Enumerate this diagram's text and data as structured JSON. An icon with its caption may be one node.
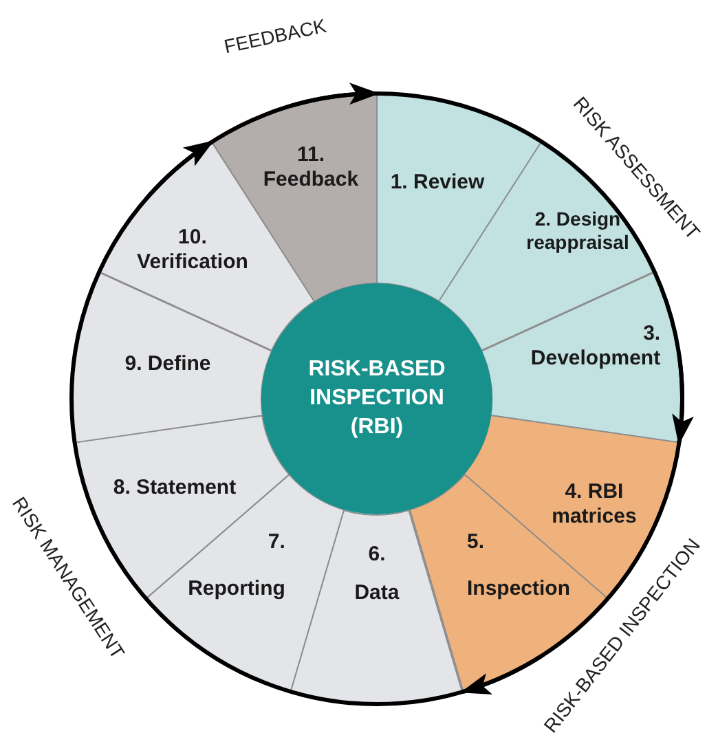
{
  "diagram": {
    "nodes": [
      {
        "text": [
          "RISK-BASED INSPECTION (RBI)"
        ]
      },
      {
        "text": [
          "1. Review"
        ]
      },
      {
        "text": [
          "2. Design reappraisal"
        ]
      },
      {
        "text": [
          "3. Development"
        ]
      },
      {
        "text": [
          "4. RBI matrices"
        ]
      },
      {
        "text": [
          "5. Inspection"
        ]
      },
      {
        "text": [
          "6. Data"
        ]
      },
      {
        "text": [
          "7. Reporting"
        ]
      },
      {
        "text": [
          "8. Statement"
        ]
      },
      {
        "text": [
          "9. Define"
        ]
      },
      {
        "text": [
          "10. Verification"
        ]
      },
      {
        "text": [
          "11. Feedback"
        ]
      }
    ],
    "edges": [
      {
        "from": 11,
        "to": 1,
        "arrow": "to"
      },
      {
        "from": 3,
        "to": 4,
        "arrow": "to"
      },
      {
        "from": 5,
        "to": 6,
        "arrow": "to"
      },
      {
        "from": 10,
        "to": 11,
        "arrow": "to"
      }
    ],
    "labels": [
      "FEEDBACK",
      "RISK ASSESSMENT",
      "RISK-BASED INSPECTION",
      "RISK MANAGEMENT"
    ]
  }
}
